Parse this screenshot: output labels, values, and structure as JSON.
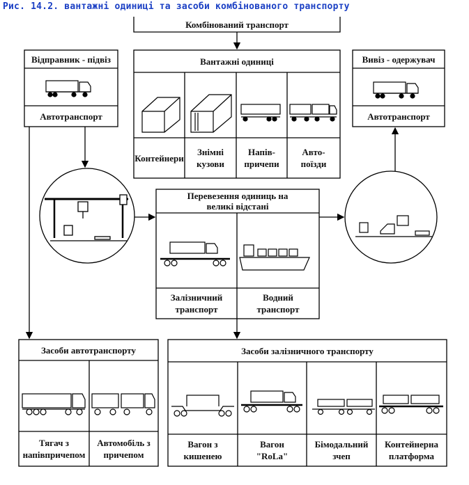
{
  "caption": "Рис. 14.2. вантажні одиниці та засоби комбінованого транспорту",
  "top_title": "Комбінований транспорт",
  "sender": {
    "title": "Відправник - підвіз",
    "mode": "Автотранспорт"
  },
  "receiver": {
    "title": "Вивіз - одержувач",
    "mode": "Автотранспорт"
  },
  "units": {
    "title": "Вантажні одиниці",
    "items": [
      "Контейнери",
      "Знімні\nкузови",
      "Напів-\nпричепи",
      "Авто-\nпоїзди"
    ]
  },
  "longhaul": {
    "title": "Перевезення одиниць на\nвеликі відстані",
    "items": [
      "Залізничний\nтранспорт",
      "Водний\nтранспорт"
    ]
  },
  "road_means": {
    "title": "Засоби автотранспорту",
    "items": [
      "Тягач з\nнапівпричепом",
      "Автомобіль з\nпричепом"
    ]
  },
  "rail_means": {
    "title": "Засоби залізничного транспорту",
    "items": [
      "Вагон з\nкишенею",
      "Вагон\n\"RoLa\"",
      "Бімодальний\nзчеп",
      "Контейнерна\nплатформа"
    ]
  }
}
